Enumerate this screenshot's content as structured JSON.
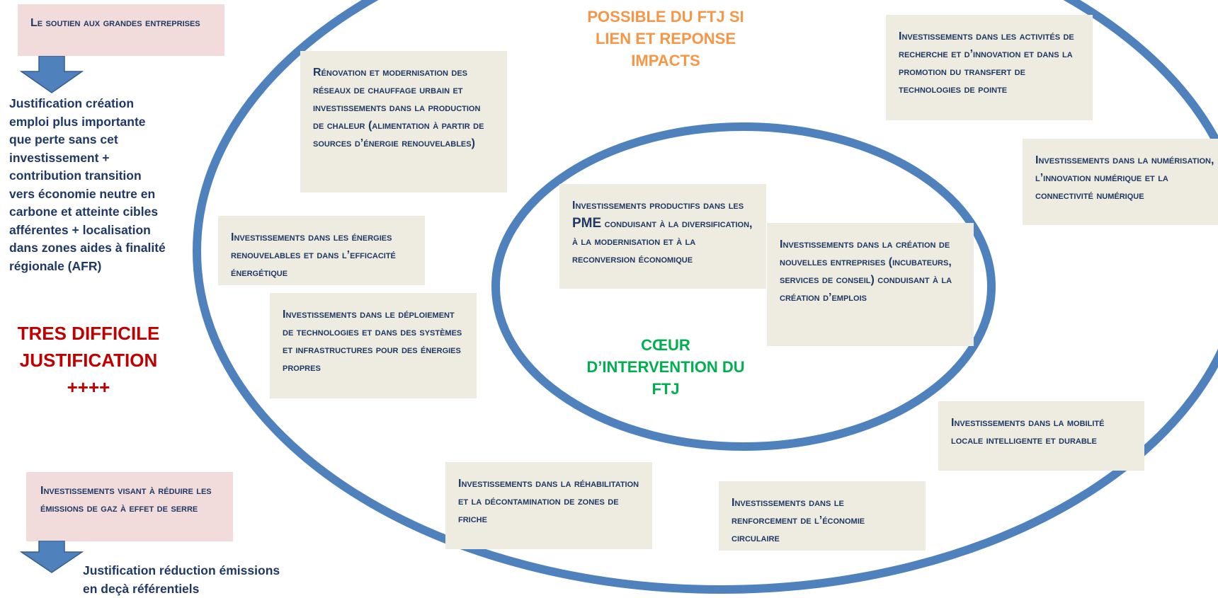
{
  "colors": {
    "ellipse": "#4f81bd",
    "box": "#eeebe0",
    "box_pink": "#f2dcdb",
    "text": "#1f3864",
    "outer_label": "#f79646",
    "core_label": "#00b050",
    "difficulty": "#c00000"
  },
  "outer_label": "POSSIBLE DU FTJ SI LIEN ET REPONSE IMPACTS",
  "core_label": "CŒUR D’INTERVENTION DU FTJ",
  "left_panel": {
    "large_companies": "Le soutien aux grandes entreprises",
    "justification": "Justification création emploi plus importante que perte sans cet investissement + contribution transition vers économie neutre en carbone et atteinte cibles afférentes + localisation dans zones aides à finalité régionale (AFR)",
    "difficulty_line1": "TRES DIFFICILE",
    "difficulty_line2": "JUSTIFICATION",
    "difficulty_marks": "++++",
    "ghg": "Investissements visant à réduire les émissions de gaz à effet de serre",
    "ghg_justification": "Justification réduction émissions en deçà référentiels"
  },
  "boxes": {
    "heating": "Rénovation et modernisation des réseaux de chauffage urbain et investissements dans la production de chaleur (alimentation à partir de sources d’énergie renouvelables)",
    "research": "Investissements dans les activités de recherche et d’innovation et dans la promotion du transfert de technologies de pointe",
    "digital": "Investissements dans la numérisation, l’innovation numérique et la connectivité numérique",
    "renewables": "Investissements dans les énergies renouvelables et dans l’efficacité énergétique",
    "clean_tech": "Investissements dans le déploiement de technologies et dans des systèmes et infrastructures pour des énergies propres",
    "sme_pre": "Investissements productifs dans les ",
    "sme_em": "PME",
    "sme_post": " conduisant à la diversification, à la modernisation et à la reconversion économique",
    "new_business": "Investissements dans la création de nouvelles entreprises (incubateurs, services de conseil) conduisant à la création d’emplois",
    "mobility": "Investissements dans la mobilité locale intelligente et durable",
    "brownfield": "Investissements dans la réhabilitation et la décontamination de zones de friche",
    "circular": "Investissements dans le renforcement de l’économie circulaire"
  }
}
